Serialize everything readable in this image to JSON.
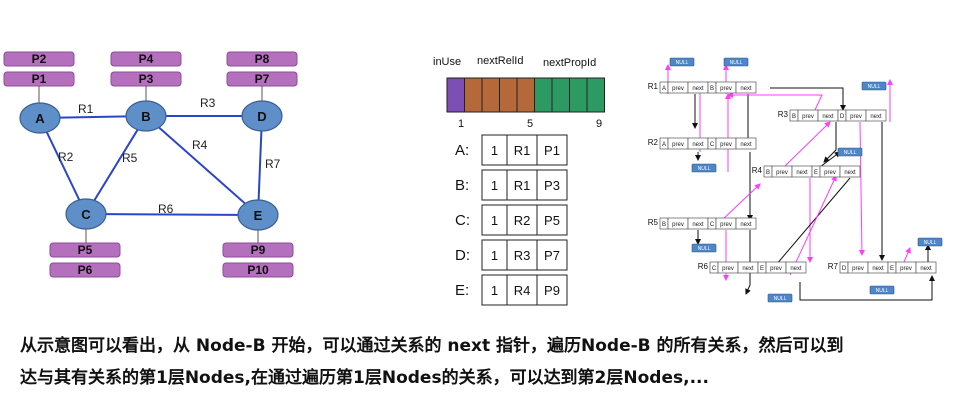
{
  "graph": {
    "nodes": [
      "A",
      "B",
      "C",
      "D",
      "E"
    ],
    "properties": {
      "A": [
        "P2",
        "P1"
      ],
      "B": [
        "P4",
        "P3"
      ],
      "D": [
        "P8",
        "P7"
      ],
      "C": [
        "P5",
        "P6"
      ],
      "E": [
        "P9",
        "P10"
      ]
    },
    "relationships": [
      {
        "id": "R1",
        "from": "A",
        "to": "B"
      },
      {
        "id": "R2",
        "from": "A",
        "to": "C"
      },
      {
        "id": "R3",
        "from": "B",
        "to": "D"
      },
      {
        "id": "R4",
        "from": "B",
        "to": "E"
      },
      {
        "id": "R5",
        "from": "B",
        "to": "C"
      },
      {
        "id": "R6",
        "from": "C",
        "to": "E"
      },
      {
        "id": "R7",
        "from": "D",
        "to": "E"
      }
    ]
  },
  "record_layout": {
    "header_inuse": "inUse",
    "header_nextrel": "nextRelId",
    "header_nextprop": "nextPropId",
    "bar_colors": [
      "#7b4fb3",
      "#b5683a",
      "#b5683a",
      "#b5683a",
      "#b5683a",
      "#2e9a63",
      "#2e9a63",
      "#2e9a63",
      "#2e9a63"
    ],
    "index_start": "1",
    "index_mid": "5",
    "index_end": "9",
    "rows": [
      {
        "label": "A:",
        "cells": [
          "1",
          "R1",
          "P1"
        ]
      },
      {
        "label": "B:",
        "cells": [
          "1",
          "R1",
          "P3"
        ]
      },
      {
        "label": "C:",
        "cells": [
          "1",
          "R2",
          "P5"
        ]
      },
      {
        "label": "D:",
        "cells": [
          "1",
          "R3",
          "P7"
        ]
      },
      {
        "label": "E:",
        "cells": [
          "1",
          "R4",
          "P9"
        ]
      }
    ]
  },
  "relationship_chain": {
    "null_label": "NULL",
    "records": [
      {
        "name": "R1",
        "cells": [
          "A",
          "prev",
          "next",
          "B",
          "prev",
          "next"
        ]
      },
      {
        "name": "R2",
        "cells": [
          "A",
          "prev",
          "next",
          "C",
          "prev",
          "next"
        ]
      },
      {
        "name": "R3",
        "cells": [
          "B",
          "prev",
          "next",
          "D",
          "prev",
          "next"
        ]
      },
      {
        "name": "R4",
        "cells": [
          "B",
          "prev",
          "next",
          "E",
          "prev",
          "next"
        ]
      },
      {
        "name": "R5",
        "cells": [
          "B",
          "prev",
          "next",
          "C",
          "prev",
          "next"
        ]
      },
      {
        "name": "R6",
        "cells": [
          "C",
          "prev",
          "next",
          "E",
          "prev",
          "next"
        ]
      },
      {
        "name": "R7",
        "cells": [
          "D",
          "prev",
          "next",
          "E",
          "prev",
          "next"
        ]
      }
    ]
  },
  "caption": {
    "line1": "从示意图可以看出，从 Node-B 开始，可以通过关系的 next 指针，遍历Node-B 的所有关系，然后可以到",
    "line2": "达与其有关系的第1层Nodes,在通过遍历第1层Nodes的关系，可以达到第2层Nodes,..."
  }
}
